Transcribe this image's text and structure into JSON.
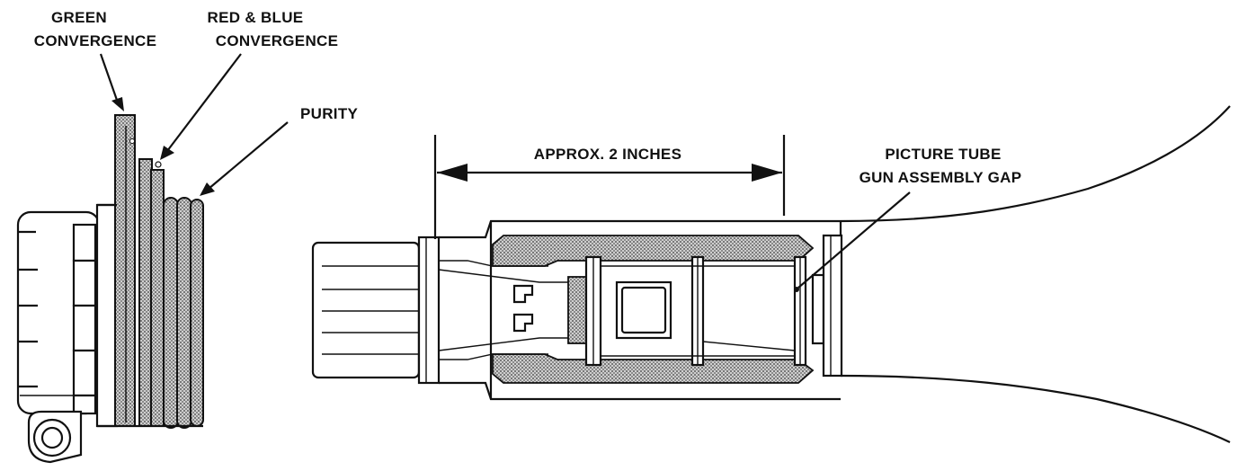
{
  "labels": {
    "green_convergence": [
      "GREEN",
      "CONVERGENCE"
    ],
    "red_blue_convergence": [
      "RED & BLUE",
      "CONVERGENCE"
    ],
    "purity": "PURITY",
    "approx_distance": "APPROX. 2 INCHES",
    "gun_gap": [
      "PICTURE TUBE",
      "GUN ASSEMBLY GAP"
    ]
  },
  "colors": {
    "ink": "#111111",
    "background": "#ffffff",
    "stipple": "#8a8a8a"
  }
}
